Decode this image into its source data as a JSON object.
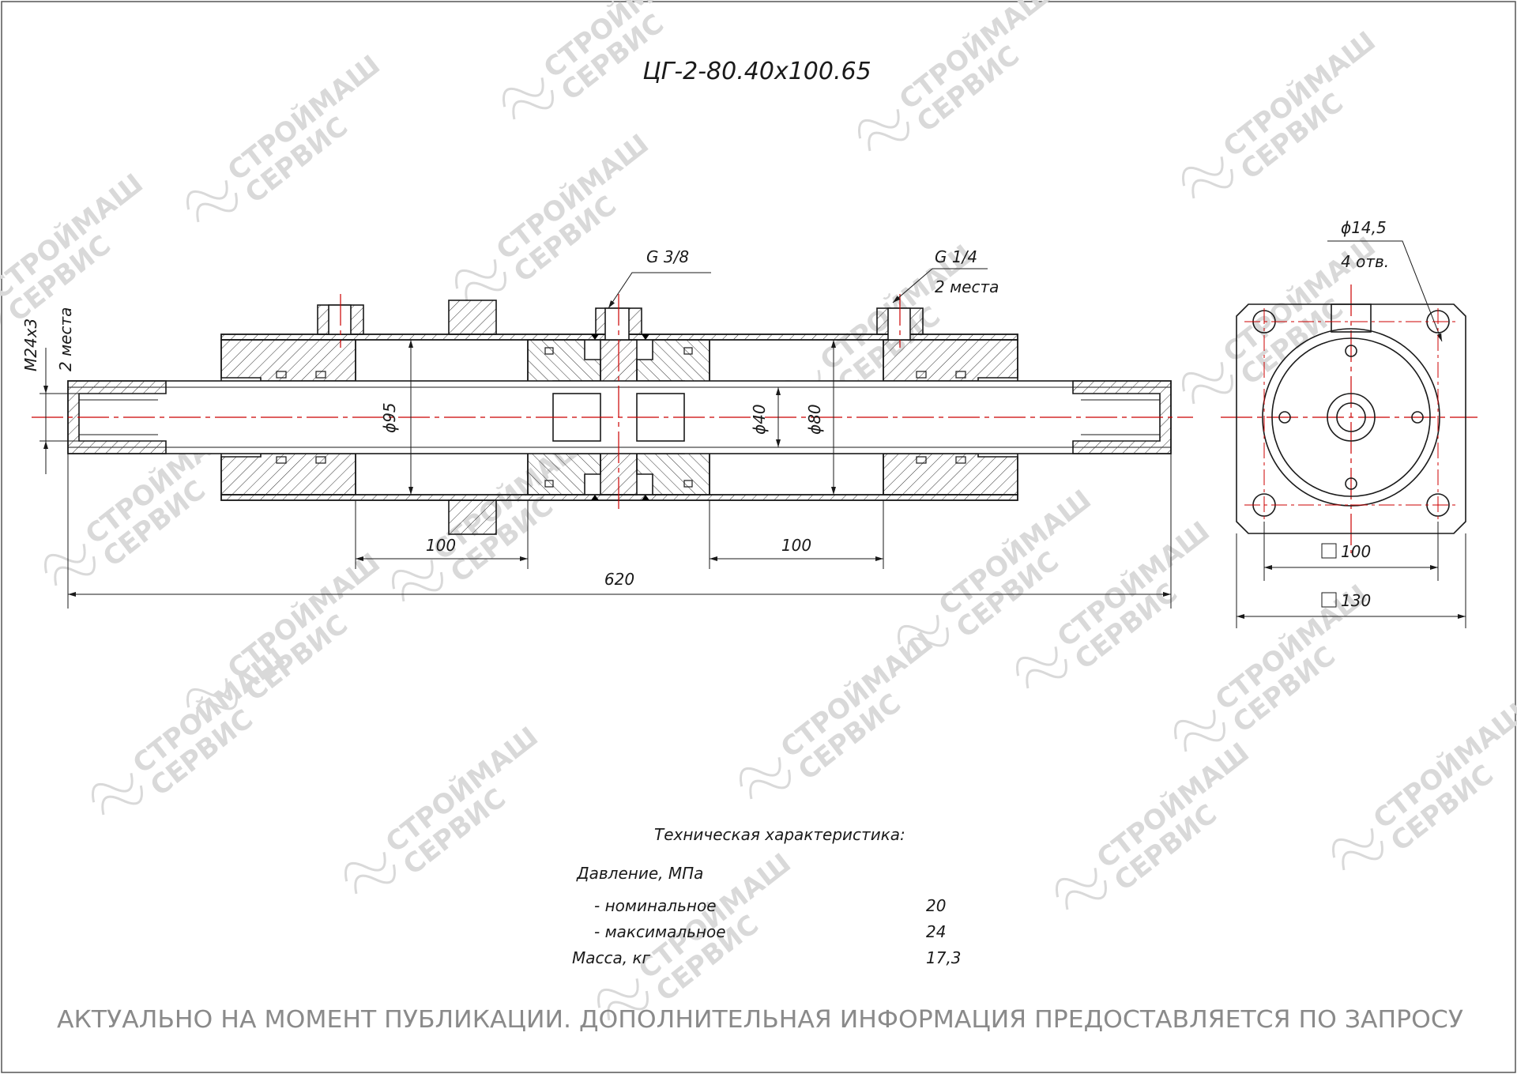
{
  "drawing": {
    "title": "ЦГ-2-80.40х100.65",
    "watermark": [
      "СТРОЙМАШ",
      "СЕРВИС"
    ],
    "dimensions": {
      "thread": "M24х3",
      "thread_count": "2 места",
      "port_a": "G 3/8",
      "port_b": "G 1/4",
      "port_b_count": "2 места",
      "bore_outer": "ϕ95",
      "rod": "ϕ40",
      "bore": "ϕ80",
      "stroke_left": "100",
      "stroke_right": "100",
      "overall_length": "620",
      "hole_diameter": "ϕ14,5",
      "hole_count": "4 отв.",
      "flange_inner": "100",
      "flange_outer": "130"
    },
    "specs": {
      "title": "Техническая характеристика:",
      "pressure_label": "Давление, МПа",
      "rows": [
        {
          "label": "- номинальное",
          "value": "20"
        },
        {
          "label": "- максимальное",
          "value": "24"
        }
      ],
      "mass_label": "Масса, кг",
      "mass_value": "17,3"
    },
    "notice": "АКТУАЛЬНО НА МОМЕНТ ПУБЛИКАЦИИ. ДОПОЛНИТЕЛЬНАЯ ИНФОРМАЦИЯ ПРЕДОСТАВЛЯЕТСЯ ПО ЗАПРОСУ"
  },
  "colors": {
    "line": "#1a1a1a",
    "centerline": "#cc0000",
    "watermark": "#d9d9d9",
    "notice": "#8a8a8a"
  }
}
